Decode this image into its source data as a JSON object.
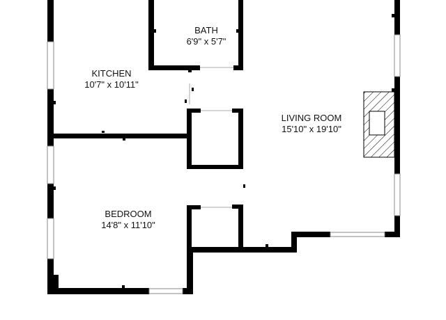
{
  "rooms": {
    "bath": {
      "name": "BATH",
      "dims": "6'9\" x 5'7\""
    },
    "kitchen": {
      "name": "KITCHEN",
      "dims": "10'7\" x 10'11\""
    },
    "living": {
      "name": "LIVING ROOM",
      "dims": "15'10\" x 19'10\""
    },
    "bedroom": {
      "name": "BEDROOM",
      "dims": "14'8\" x 11'10\""
    }
  },
  "colors": {
    "wall": "#000000",
    "background": "#ffffff",
    "window": "#cfcfcf"
  }
}
